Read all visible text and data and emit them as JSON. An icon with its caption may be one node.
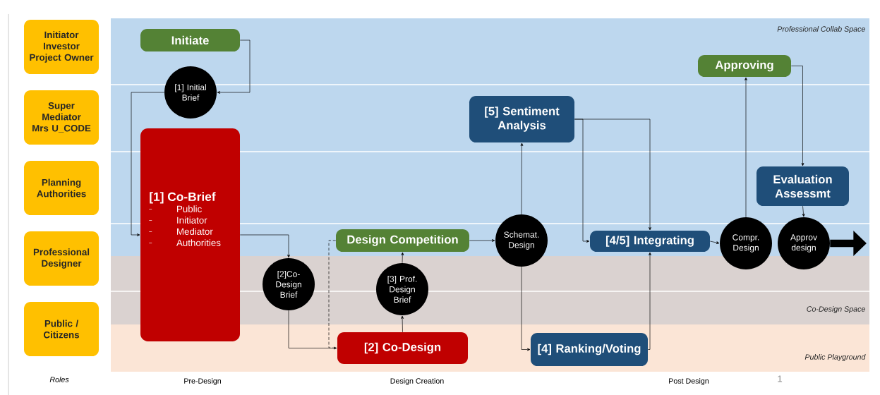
{
  "diagram": {
    "nodes": [
      {
        "text": [
          "Initiator Investor Project Owner"
        ]
      },
      {
        "text": [
          "**Super Mediator** Mrs U_CODE"
        ]
      },
      {
        "text": [
          "Planning Authorities"
        ]
      },
      {
        "text": [
          "Professional Designer"
        ]
      },
      {
        "text": [
          "Public / Citizens"
        ]
      },
      {
        "text": [
          "Initiate"
        ]
      },
      {
        "text": [
          "[1] Initial Brief"
        ]
      },
      {
        "text": [
          "[1] Co-Brief",
          "Public",
          "Initiator",
          "Mediator",
          "Authorities"
        ]
      },
      {
        "text": [
          "[2]Co-Design Brief"
        ]
      },
      {
        "text": [
          "**Design** Competition"
        ]
      },
      {
        "text": [
          "[3] Prof. Design Brief"
        ]
      },
      {
        "text": [
          "[2] Co-Design"
        ]
      },
      {
        "text": [
          "[5] Sentiment Analysis"
        ]
      },
      {
        "text": [
          "Schemat. Design"
        ]
      },
      {
        "text": [
          "[4/5] Integrating"
        ]
      },
      {
        "text": [
          "[4] Ranking/Voting"
        ]
      },
      {
        "text": [
          "Approving"
        ]
      },
      {
        "text": [
          "Evaluation Assessmt"
        ]
      },
      {
        "text": [
          "Compr. Design"
        ]
      },
      {
        "text": [
          "Approv design"
        ]
      }
    ],
    "edges": [
      {
        "from": 5,
        "to": 6,
        "arrow": "to"
      },
      {
        "from": 6,
        "to": 7,
        "arrow": "to"
      },
      {
        "from": 7,
        "to": 8,
        "arrow": "to"
      },
      {
        "from": 8,
        "to": 11,
        "arrow": "to"
      },
      {
        "from": 9,
        "to": 11,
        "arrow": "none",
        "style": "dashed"
      },
      {
        "from": 11,
        "to": 10,
        "arrow": "to"
      },
      {
        "from": 10,
        "to": 9,
        "arrow": "to"
      },
      {
        "from": 9,
        "to": 13,
        "arrow": "to"
      },
      {
        "from": 13,
        "to": 12,
        "arrow": "to"
      },
      {
        "from": 13,
        "to": 15,
        "arrow": "to"
      },
      {
        "from": 12,
        "to": 14,
        "arrow": "to"
      },
      {
        "from": 12,
        "to": 14,
        "arrow": "to"
      },
      {
        "from": 15,
        "to": 14,
        "arrow": "to"
      },
      {
        "from": 14,
        "to": 18,
        "arrow": "to"
      },
      {
        "from": 18,
        "to": 16,
        "arrow": "to"
      },
      {
        "from": 16,
        "to": 17,
        "arrow": "to"
      },
      {
        "from": 17,
        "to": 19,
        "arrow": "to"
      },
      {
        "from": 19,
        "to": null,
        "arrow": "to",
        "style": "thick"
      }
    ],
    "labels": [
      "Professional Collab Space",
      "Co-Design Space",
      "Public Playground",
      "Roles",
      "Pre-Design",
      "Design Creation",
      "Post Design",
      "1"
    ]
  }
}
